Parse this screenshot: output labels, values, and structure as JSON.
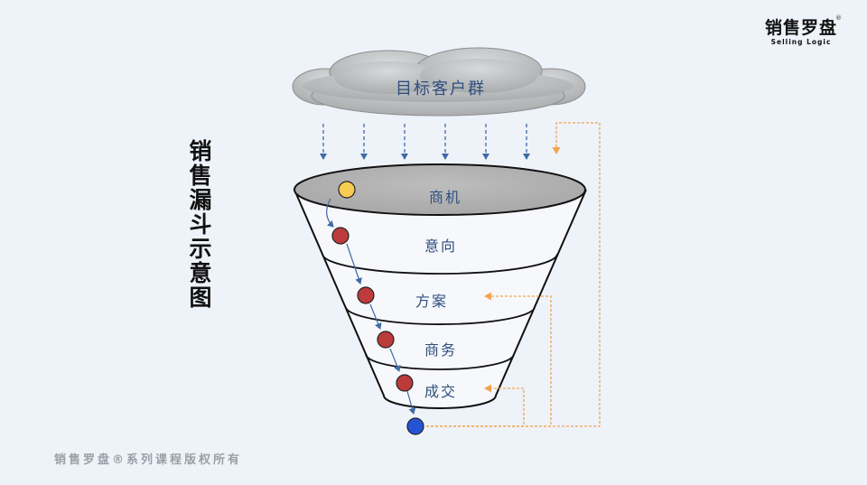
{
  "logo": {
    "cn": "销售罗盘",
    "en": "Selling  Logic",
    "reg": "®"
  },
  "title_vertical": "销售漏斗示意图",
  "cloud_label": "目标客户群",
  "stages": [
    {
      "label": "商机"
    },
    {
      "label": "意向"
    },
    {
      "label": "方案"
    },
    {
      "label": "商务"
    },
    {
      "label": "成交"
    }
  ],
  "footer": "销售罗盘®系列课程版权所有",
  "colors": {
    "background": "#eef2f9",
    "cloud": "#b4b6b8",
    "funnel_top": "#b3b3b3",
    "stage_text": "#2f4f7f",
    "arrow_blue": "#3e6aa8",
    "feedback_orange": "#f2a452",
    "ball_yellow": "#f7cc52",
    "ball_red": "#bd3b3b",
    "ball_blue": "#2453d6"
  }
}
